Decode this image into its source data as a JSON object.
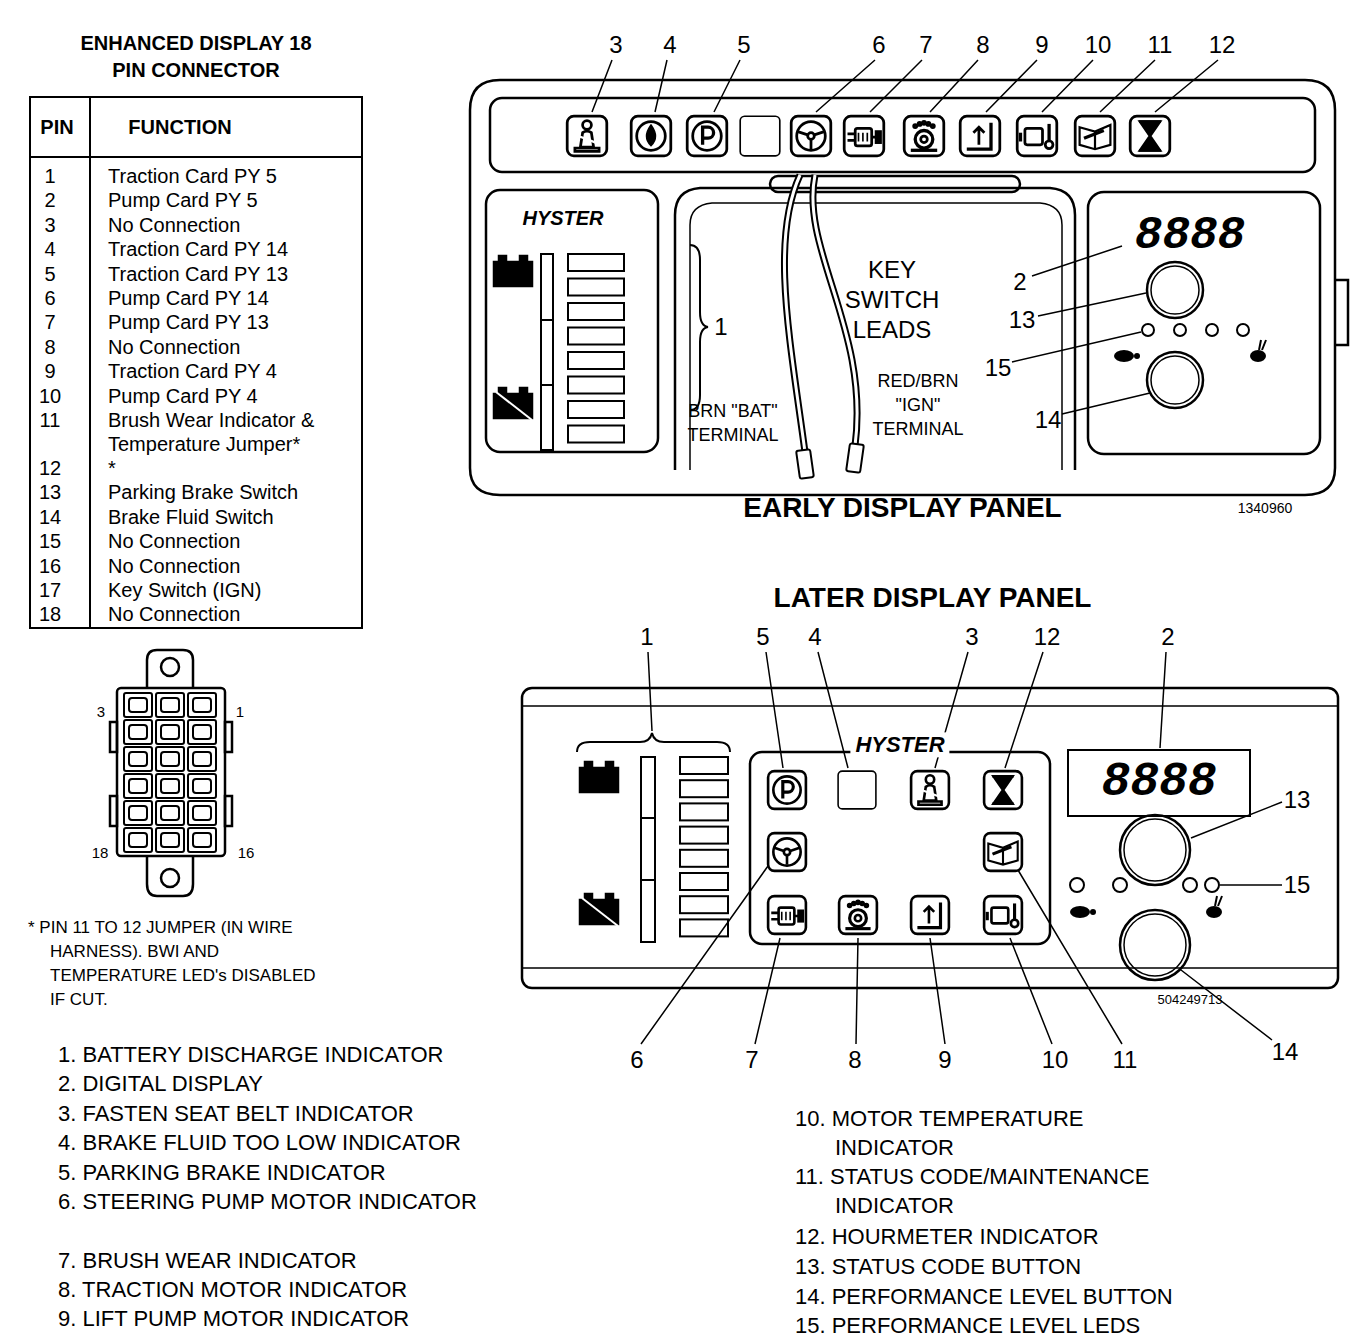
{
  "diagram": {
    "nodes": [
      {
        "text": [
          "ENHANCED DISPLAY 18 PIN CONNECTOR"
        ]
      },
      {
        "text": [
          "EARLY DISPLAY PANEL"
        ]
      },
      {
        "text": [
          "LATER DISPLAY PANEL"
        ]
      }
    ],
    "labels": [
      "PIN",
      "FUNCTION",
      "1",
      "Traction Card PY 5",
      "2",
      "Pump Card PY 5",
      "3",
      "No Connection",
      "4",
      "Traction Card PY 14",
      "5",
      "Traction Card PY 13",
      "6",
      "Pump Card PY 14",
      "7",
      "Pump Card PY 13",
      "8",
      "No Connection",
      "9",
      "Traction Card PY 4",
      "10",
      "Pump Card PY 4",
      "11",
      "Brush Wear Indicator & Temperature Jumper*",
      "12",
      "*",
      "13",
      "Parking Brake Switch",
      "14",
      "Brake Fluid Switch",
      "15",
      "No Connection",
      "16",
      "No Connection",
      "17",
      "Key Switch (IGN)",
      "18",
      "No Connection",
      "3",
      "1",
      "18",
      "16",
      "* PIN 11 TO 12 JUMPER (IN WIRE HARNESS). BWI AND TEMPERATURE LED's DISABLED IF CUT.",
      "3",
      "4",
      "5",
      "6",
      "7",
      "8",
      "9",
      "10",
      "11",
      "12",
      "2",
      "13",
      "15",
      "14",
      "1",
      "HYSTER",
      "8888",
      "KEY SWITCH LEADS",
      "BRN \"BAT\" TERMINAL",
      "RED/BRN \"IGN\" TERMINAL",
      "1340960",
      "1",
      "5",
      "4",
      "3",
      "12",
      "2",
      "13",
      "15",
      "14",
      "6",
      "7",
      "8",
      "9",
      "10",
      "11",
      "HYSTER",
      "8888",
      "504249713",
      "1. BATTERY DISCHARGE INDICATOR",
      "2. DIGITAL DISPLAY",
      "3. FASTEN SEAT BELT INDICATOR",
      "4. BRAKE FLUID TOO LOW INDICATOR",
      "5. PARKING BRAKE INDICATOR",
      "6. STEERING PUMP MOTOR INDICATOR",
      "7. BRUSH WEAR INDICATOR",
      "8. TRACTION MOTOR INDICATOR",
      "9. LIFT PUMP MOTOR INDICATOR",
      "10. MOTOR TEMPERATURE INDICATOR",
      "11. STATUS CODE/MAINTENANCE INDICATOR",
      "12. HOURMETER INDICATOR",
      "13. STATUS CODE BUTTON",
      "14. PERFORMANCE LEVEL BUTTON",
      "15. PERFORMANCE LEVEL LEDS"
    ]
  }
}
